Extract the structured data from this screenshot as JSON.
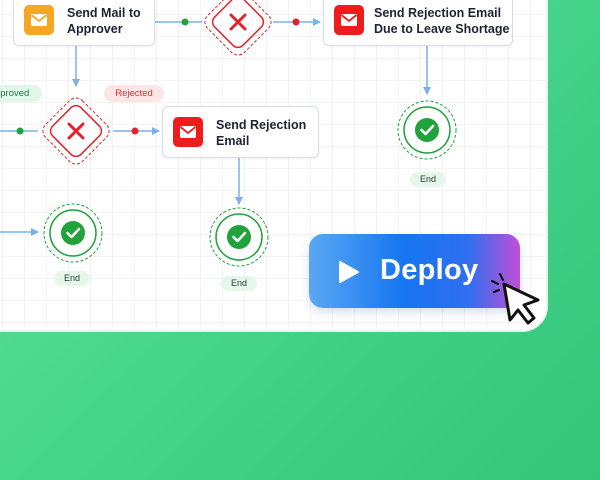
{
  "workflow": {
    "nodes": {
      "send_mail_approver": {
        "label": "Send Mail to\nApprover",
        "icon": "mail-icon",
        "color": "#f5a623"
      },
      "send_rejection_leave": {
        "label": "Send Rejection Email\nDue to Leave Shortage",
        "icon": "mail-icon",
        "color": "#ef1c1c"
      },
      "send_rejection": {
        "label": "Send Rejection\nEmail",
        "icon": "mail-icon",
        "color": "#ef1c1c"
      }
    },
    "branches": {
      "approved": "Approved",
      "rejected": "Rejected"
    },
    "end_label": "End"
  },
  "deploy": {
    "label": "Deploy",
    "icon": "play-icon"
  },
  "colors": {
    "arrow": "#7ab1e8",
    "check_green": "#1fa33a",
    "reject_red": "#e0242d",
    "approved_bg": "#e3f6ea",
    "rejected_bg": "#fde5e5"
  }
}
